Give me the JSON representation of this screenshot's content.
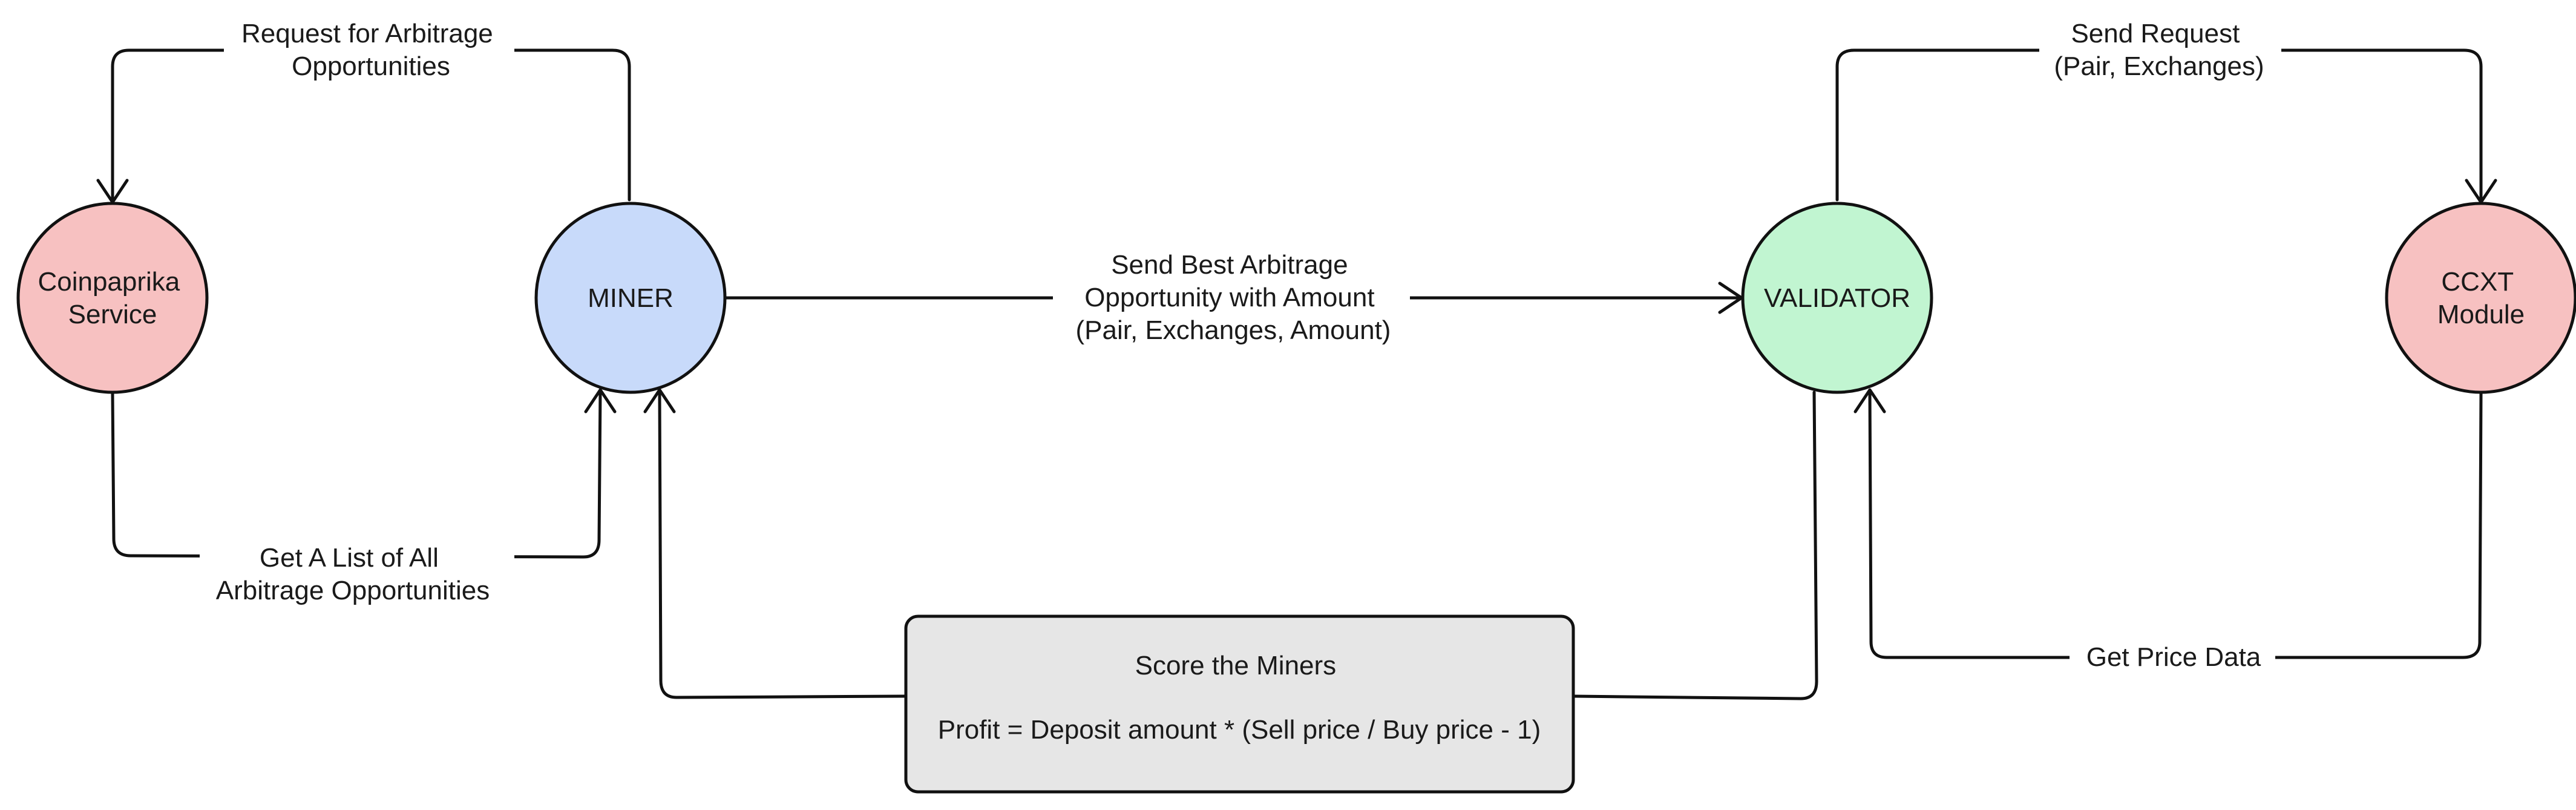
{
  "colors": {
    "miner": "#c8dafa",
    "validator": "#c1f5d1",
    "service": "#f7c1c1",
    "score_box": "#e6e6e6",
    "line": "#111111"
  },
  "nodes": {
    "coinpaprika": {
      "lines": [
        "Coinpaprika",
        "Service"
      ]
    },
    "miner": {
      "lines": [
        "MINER"
      ]
    },
    "validator": {
      "lines": [
        "VALIDATOR"
      ]
    },
    "ccxt": {
      "lines": [
        "CCXT",
        "Module"
      ]
    },
    "score_box": {
      "lines": [
        "Score the Miners",
        "Profit = Deposit amount * (Sell price / Buy price - 1)"
      ]
    }
  },
  "edges": {
    "request_arbitrage": {
      "lines": [
        "Request for Arbitrage",
        "Opportunities"
      ]
    },
    "get_list": {
      "lines": [
        "Get A List of All",
        "Arbitrage Opportunities"
      ]
    },
    "send_best": {
      "lines": [
        "Send Best Arbitrage",
        "Opportunity with Amount",
        "(Pair, Exchanges, Amount)"
      ]
    },
    "send_request": {
      "lines": [
        "Send Request",
        "(Pair, Exchanges)"
      ]
    },
    "get_price": {
      "lines": [
        "Get Price Data"
      ]
    }
  }
}
